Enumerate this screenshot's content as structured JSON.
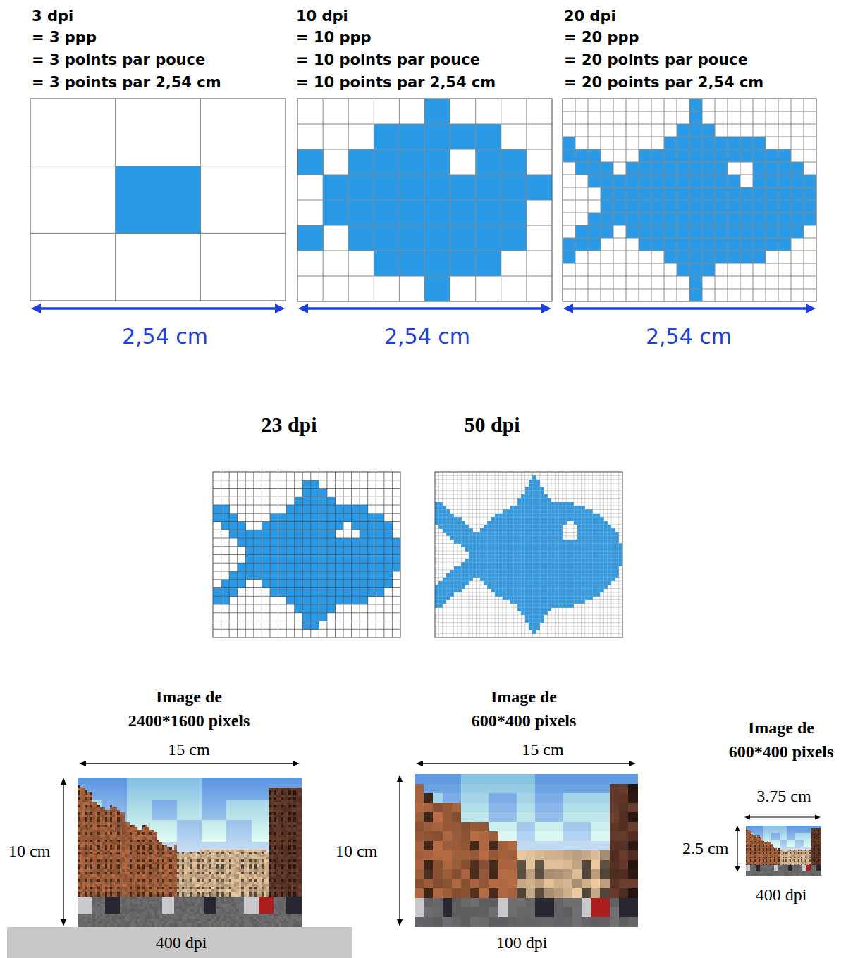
{
  "diagram": {
    "labels": [
      "3 dpi",
      "= 3 ppp",
      "= 3 points par pouce",
      "= 3 points par 2,54 cm",
      "10 dpi",
      "= 10 ppp",
      "= 10 points par pouce",
      "= 10 points par 2,54 cm",
      "20 dpi",
      "= 20 ppp",
      "= 20 points par pouce",
      "= 20 points par 2,54 cm",
      "2,54 cm",
      "2,54 cm",
      "2,54 cm",
      "23 dpi",
      "50 dpi",
      "Image de 2400*1600 pixels",
      "15 cm",
      "10 cm",
      "400 dpi",
      "Image de 600*400 pixels",
      "15 cm",
      "10 cm",
      "100 dpi",
      "Image de 600*400 pixels",
      "3.75 cm",
      "2.5 cm",
      "400 dpi"
    ]
  }
}
